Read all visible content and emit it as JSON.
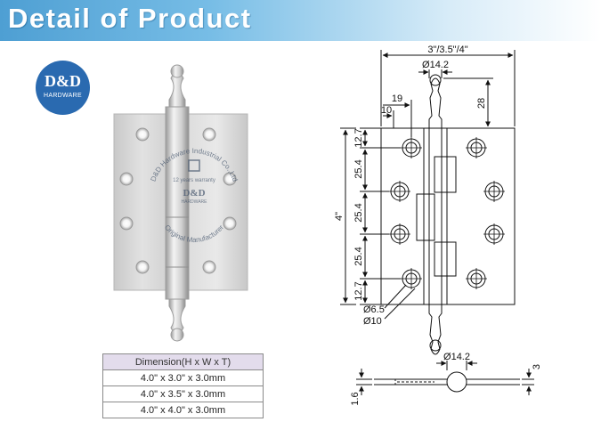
{
  "banner": {
    "title": "Detail of Product",
    "color_start": "#4e9fd3",
    "color_end": "#ffffff"
  },
  "logo": {
    "main": "D&D",
    "sub": "HARDWARE",
    "color": "#2a6ab0"
  },
  "watermark": {
    "arc_top": "D&D Hardware Industrial Co.,Ltd",
    "warranty": "12 years warranty",
    "brand": "D&D",
    "brand_sub": "HARDWARE",
    "arc_bottom": "Original Manufacturer"
  },
  "dimension_table": {
    "header": "Dimension(H x W x T)",
    "rows": [
      "4.0\" x 3.0\" x 3.0mm",
      "4.0\" x 3.5\" x 3.0mm",
      "4.0\" x 4.0\" x 3.0mm"
    ],
    "header_bg": "#e3dcec"
  },
  "drawing": {
    "width": "3\"/3.5\"/4\"",
    "finial_dia": "Ø14.2",
    "dim_19": "19",
    "dim_10": "10",
    "dim_28": "28",
    "height": "4\"",
    "seg_127_top": "12.7",
    "seg_254_a": "25.4",
    "seg_254_b": "25.4",
    "seg_254_c": "25.4",
    "seg_127_bottom": "12.7",
    "hole_inner": "Ø6.5",
    "hole_outer": "Ø10",
    "side_dia": "Ø14.2",
    "side_thickness": "3",
    "side_leaf": "1.6"
  }
}
